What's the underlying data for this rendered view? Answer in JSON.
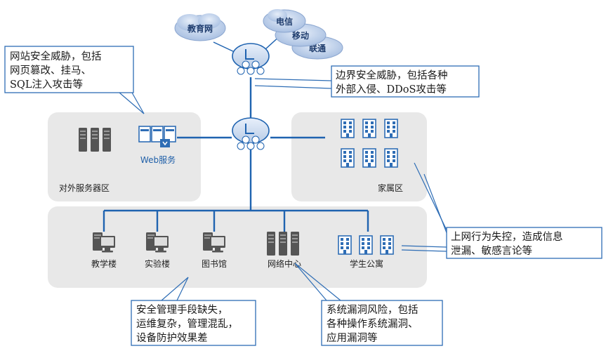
{
  "clouds": {
    "edu": "教育网",
    "telecom": "电信",
    "mobile": "移动",
    "unicom": "联通"
  },
  "zones": {
    "server_zone": "对外服务器区",
    "family_zone": "家属区"
  },
  "nodes": {
    "web_service": "Web服务",
    "teaching": "教学楼",
    "lab": "实验楼",
    "library": "图书馆",
    "network_center": "网络中心",
    "dorm": "学生公寓"
  },
  "callouts": {
    "website_threat": [
      "网站安全威胁，包括",
      "网页篡改、挂马、",
      "SQL注入攻击等"
    ],
    "border_threat": [
      "边界安全威胁，包括各种",
      "外部入侵、DDoS攻击等"
    ],
    "online_behavior": [
      "上网行为失控，造成信息",
      "泄漏、敏感言论等"
    ],
    "management": [
      "安全管理手段缺失，",
      "运维复杂，管理混乱，",
      "设备防护效果差"
    ],
    "system_vuln": [
      "系统漏洞风险，包括",
      "各种操作系统漏洞、",
      "应用漏洞等"
    ]
  },
  "colors": {
    "line": "#1f63b0",
    "zone_bg": "#e8e8e8",
    "callout_border": "#2e6db5",
    "cloud_fill": "#b9cde8",
    "server_dark": "#5a5a5a"
  }
}
